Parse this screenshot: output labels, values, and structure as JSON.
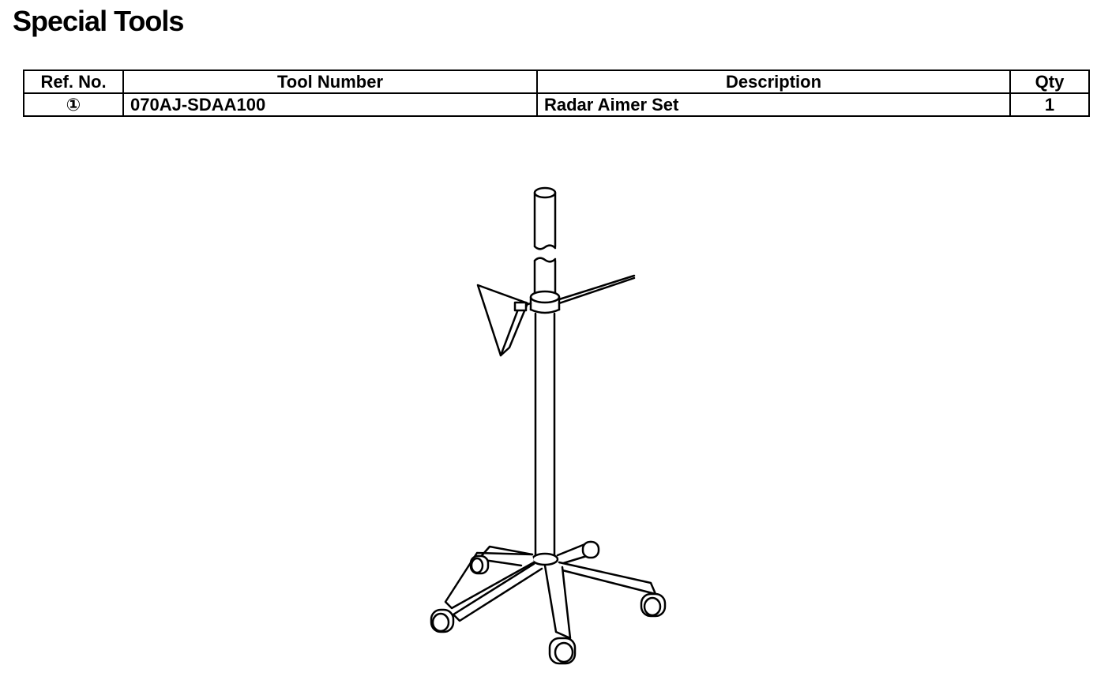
{
  "page": {
    "title": "Special Tools"
  },
  "table": {
    "headers": {
      "ref_no": "Ref. No.",
      "tool_number": "Tool Number",
      "description": "Description",
      "qty": "Qty"
    },
    "rows": [
      {
        "ref_no": "①",
        "tool_number": "070AJ-SDAA100",
        "description": "Radar Aimer Set",
        "qty": "1"
      }
    ]
  },
  "illustration": {
    "icon": "radar-aimer-stand-icon"
  }
}
